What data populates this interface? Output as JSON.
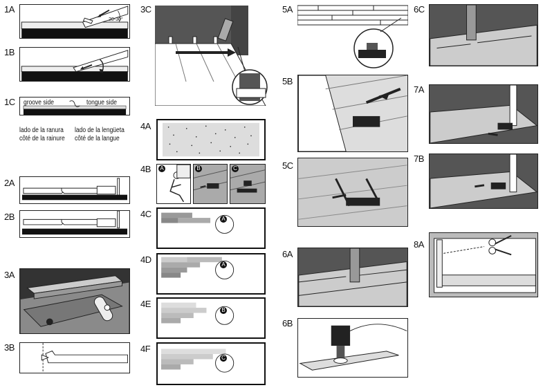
{
  "steps": {
    "s1a": "1A",
    "s1b": "1B",
    "s1c": "1C",
    "s2a": "2A",
    "s2b": "2B",
    "s3a": "3A",
    "s3b": "3B",
    "s3c": "3C",
    "s4a": "4A",
    "s4b": "4B",
    "s4c": "4C",
    "s4d": "4D",
    "s4e": "4E",
    "s4f": "4F",
    "s5a": "5A",
    "s5b": "5B",
    "s5c": "5C",
    "s6a": "6A",
    "s6b": "6B",
    "s6c": "6C",
    "s7a": "7A",
    "s7b": "7B",
    "s8a": "8A"
  },
  "angle_label": "20-30°",
  "labels_1c": {
    "groove_side": "groove side",
    "tongue_side": "tongue side",
    "groove_es": "lado de la ranura",
    "groove_fr": "côté de la rainure",
    "tongue_es": "lado de la lengüeta",
    "tongue_fr": "côté de la langue"
  },
  "badges_4b": {
    "a": "A",
    "b": "B",
    "c": "C"
  },
  "badges_4": {
    "c": "A",
    "d": "A",
    "e": "B",
    "f": "C"
  },
  "colors": {
    "wall": "#555555",
    "floor": "#bbbbbb",
    "ink": "#111111"
  }
}
